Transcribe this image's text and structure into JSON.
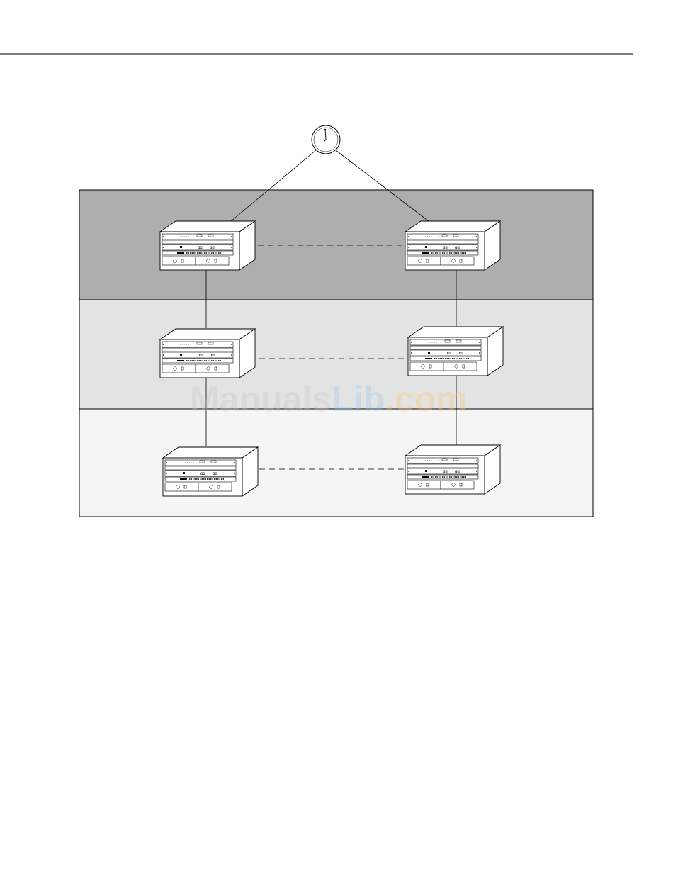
{
  "diagram": {
    "clock": {
      "icon": "clock-icon"
    },
    "tiers": [
      {
        "id": "tier-1",
        "fill": "#aeaeae"
      },
      {
        "id": "tier-2",
        "fill": "#e3e3e3"
      },
      {
        "id": "tier-3",
        "fill": "#f5f5f5"
      }
    ],
    "devices": [
      {
        "id": "chassis-tier1-left"
      },
      {
        "id": "chassis-tier1-right"
      },
      {
        "id": "chassis-tier2-left"
      },
      {
        "id": "chassis-tier2-right"
      },
      {
        "id": "chassis-tier3-left"
      },
      {
        "id": "chassis-tier3-right"
      }
    ],
    "links": {
      "solid_color": "#000000",
      "dashed_color": "#000000"
    }
  },
  "watermark": {
    "part1": "Manuals",
    "part2": "Lib",
    "part3": ".com",
    "color1": "#c8c8c8",
    "color2": "#9fc4ee",
    "color3": "#f5c77a"
  }
}
